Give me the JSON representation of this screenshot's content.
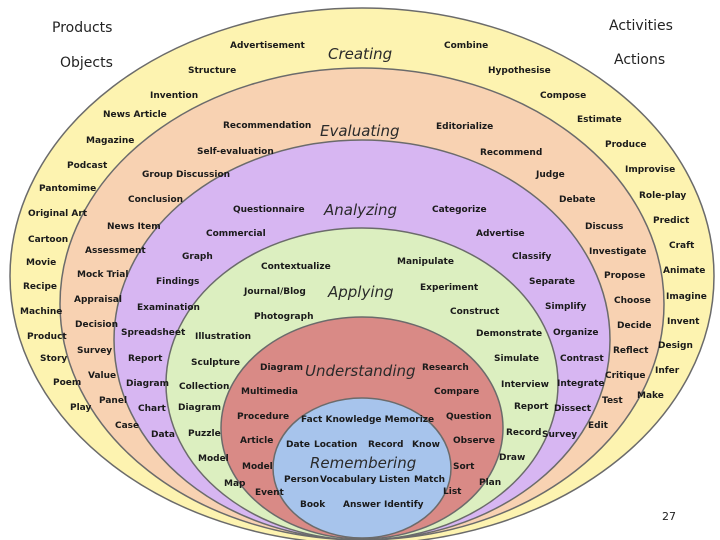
{
  "corners": {
    "products": "Products",
    "objects": "Objects",
    "activities": "Activities",
    "actions": "Actions"
  },
  "levels": {
    "creating": "Creating",
    "evaluating": "Evaluating",
    "analyzing": "Analyzing",
    "applying": "Applying",
    "understanding": "Understanding",
    "remembering": "Remembering"
  },
  "colors": {
    "creating": "#fdf3b0",
    "evaluating": "#f8d2b2",
    "analyzing": "#d7b6f2",
    "applying": "#dcefc0",
    "understanding": "#d98a86",
    "remembering": "#a7c4ec",
    "outline": "#6b6b6b"
  },
  "words": {
    "w1": "Advertisement",
    "w2": "Combine",
    "w3": "Structure",
    "w4": "Hypothesise",
    "w5": "Invention",
    "w6": "Compose",
    "w7": "News Article",
    "w8": "Estimate",
    "w9": "Recommendation",
    "w10": "Editorialize",
    "w11": "Magazine",
    "w12": "Produce",
    "w13": "Self-evaluation",
    "w14": "Recommend",
    "w15": "Podcast",
    "w16": "Improvise",
    "w17": "Group Discussion",
    "w18": "Judge",
    "w19": "Pantomime",
    "w20": "Role-play",
    "w21": "Conclusion",
    "w22": "Debate",
    "w23": "Original Art",
    "w24": "Questionnaire",
    "w25": "Categorize",
    "w26": "Predict",
    "w27": "News Item",
    "w28": "Discuss",
    "w29": "Commercial",
    "w30": "Advertise",
    "w31": "Cartoon",
    "w32": "Craft",
    "w33": "Assessment",
    "w34": "Investigate",
    "w35": "Graph",
    "w36": "Classify",
    "w37": "Contextualize",
    "w38": "Manipulate",
    "w39": "Movie",
    "w40": "Animate",
    "w41": "Mock Trial",
    "w42": "Propose",
    "w43": "Findings",
    "w44": "Separate",
    "w45": "Recipe",
    "w46": "Journal/Blog",
    "w47": "Experiment",
    "w48": "Imagine",
    "w49": "Appraisal",
    "w50": "Choose",
    "w51": "Examination",
    "w52": "Simplify",
    "w53": "Machine",
    "w54": "Construct",
    "w55": "Photograph",
    "w56": "Invent",
    "w57": "Decision",
    "w58": "Decide",
    "w59": "Product",
    "w60": "Spreadsheet",
    "w61": "Illustration",
    "w62": "Demonstrate",
    "w63": "Organize",
    "w64": "Survey",
    "w65": "Design",
    "w66": "Reflect",
    "w67": "Story",
    "w68": "Report",
    "w69": "Sculpture",
    "w70": "Diagram",
    "w71": "Research",
    "w72": "Simulate",
    "w73": "Contrast",
    "w74": "Value",
    "w75": "Infer",
    "w76": "Critique",
    "w77": "Poem",
    "w78": "Diagram",
    "w79": "Collection",
    "w80": "Multimedia",
    "w81": "Interview",
    "w82": "Integrate",
    "w83": "Compare",
    "w84": "Panel",
    "w85": "Make",
    "w86": "Test",
    "w87": "Play",
    "w88": "Chart",
    "w89": "Diagram",
    "w90": "Report",
    "w91": "Dissect",
    "w92": "Procedure",
    "w93": "Fact Knowledge Memorize",
    "w94": "Question",
    "w95": "Case",
    "w96": "Edit",
    "w97": "Data",
    "w98": "Puzzle",
    "w99": "Record",
    "w100": "Survey",
    "w101": "Article",
    "w102": "Date",
    "w103": "Location",
    "w104": "Record",
    "w105": "Know",
    "w106": "Observe",
    "w107": "Model",
    "w108": "Draw",
    "w109": "Model",
    "w110": "Sort",
    "w111": "Map",
    "w112": "Person",
    "w113": "Vocabulary",
    "w114": "Listen",
    "w115": "Match",
    "w116": "Event",
    "w117": "List",
    "w118": "Plan",
    "w119": "Book",
    "w120": "Answer",
    "w121": "Identify"
  },
  "page_number": "27"
}
